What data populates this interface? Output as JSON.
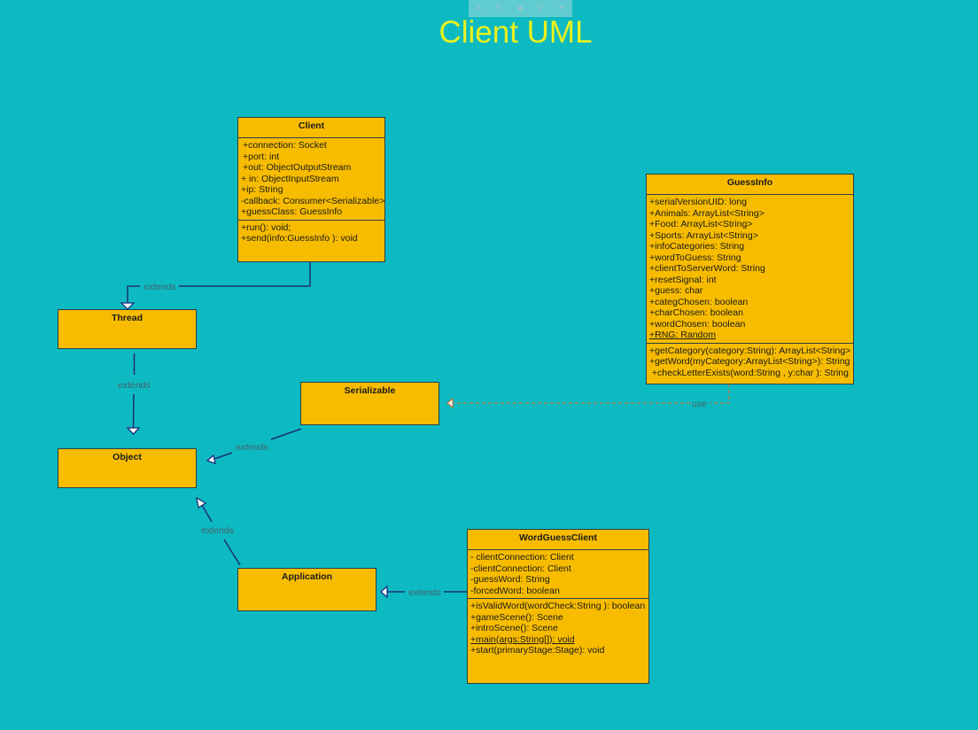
{
  "title": "Client UML",
  "toolbar": {
    "icons": [
      "font-icon",
      "pencil-icon",
      "sticker-icon",
      "link-icon",
      "star-icon"
    ]
  },
  "colors": {
    "background": "#0dbac1",
    "box": "#f7bc00",
    "title": "#e9f11f",
    "line": "#1b2f7a"
  },
  "classes": {
    "client": {
      "name": "Client",
      "attributes": [
        "+connection: Socket",
        "+port: int",
        "+out: ObjectOutputStream",
        "+ in: ObjectInputStream",
        "+ip: String",
        "-callback: Consumer<Serializable>",
        "+guessClass: GuessInfo"
      ],
      "methods": [
        "+run(): void;",
        "+send(info:GuessInfo ): void"
      ]
    },
    "thread": {
      "name": "Thread"
    },
    "object": {
      "name": "Object"
    },
    "serializable": {
      "name": "Serializable"
    },
    "application": {
      "name": "Application"
    },
    "guessinfo": {
      "name": "GuessInfo",
      "attributes": [
        "+serialVersionUID: long",
        "+Animals: ArrayList<String>",
        "+Food: ArrayList<String>",
        "+Sports: ArrayList<String>",
        "+infoCategories: String",
        "+wordToGuess: String",
        "+clientToServerWord: String",
        "+resetSignal: int",
        "+guess: char",
        "+categChosen: boolean",
        "+charChosen: boolean",
        "+wordChosen: boolean",
        "+RNG: Random"
      ],
      "methods": [
        "+getCategory(category:String): ArrayList<String>",
        "+getWord(myCategory:ArrayList<String>): String",
        " +checkLetterExists(word:String , y:char ): String"
      ]
    },
    "wordguessclient": {
      "name": "WordGuessClient",
      "attributes": [
        "- clientConnection: Client",
        "-clientConnection: Client",
        "-guessWord: String",
        "-forcedWord: boolean"
      ],
      "methods": [
        "+isValidWord(wordCheck:String ): boolean",
        "+gameScene(): Scene",
        "+introScene(): Scene",
        "+main(args:String[]): void",
        "+start(primaryStage:Stage): void"
      ]
    }
  },
  "relations": {
    "client_thread": "extends",
    "thread_object": "extends",
    "serializable_object": "extends",
    "application_object": "extends",
    "wordguess_application": "extends",
    "guessinfo_serializable": "use"
  }
}
